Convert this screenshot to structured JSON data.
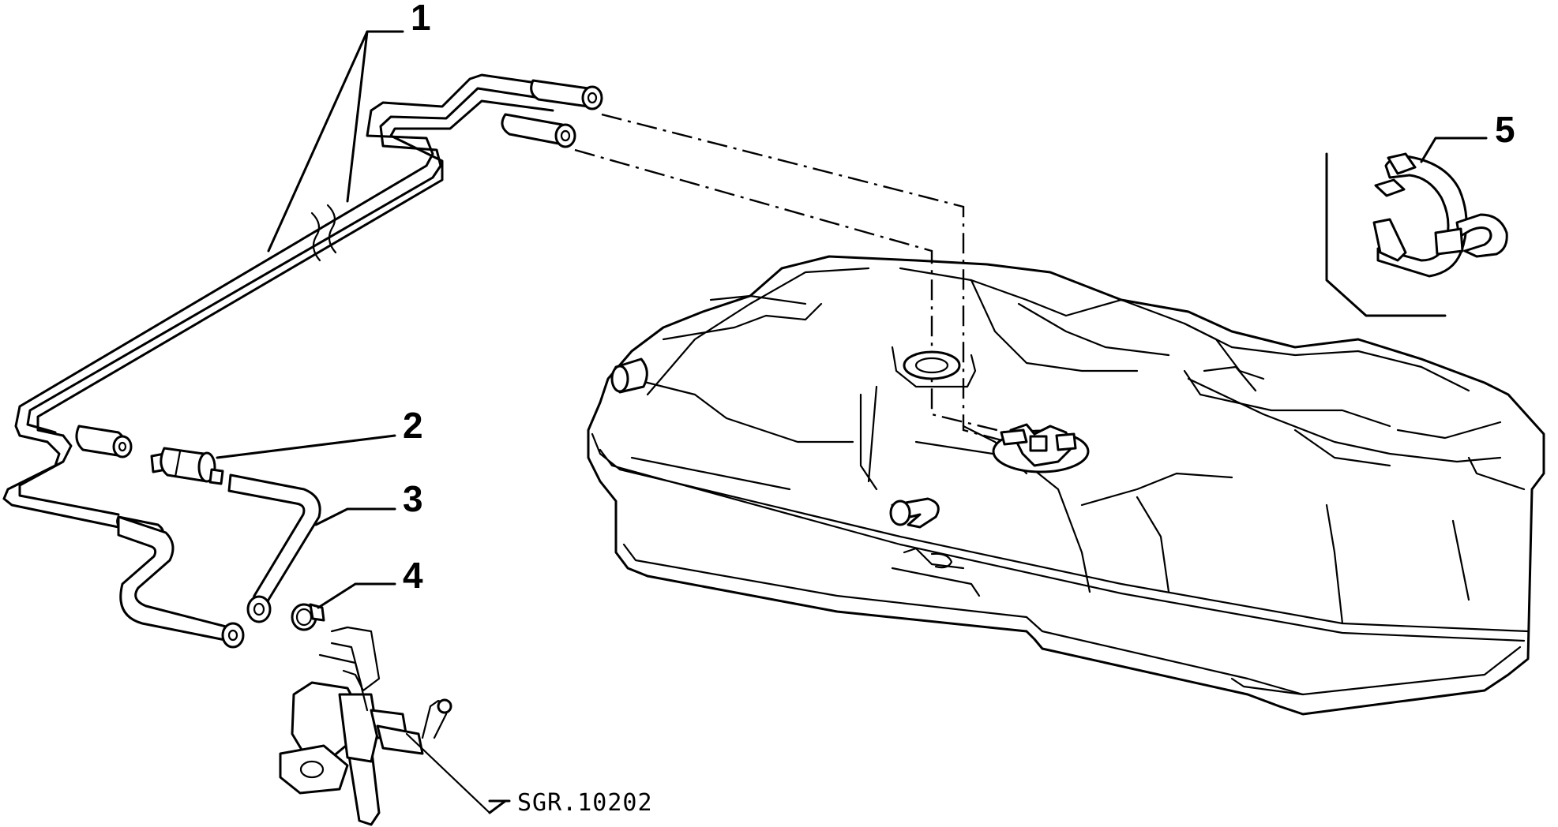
{
  "diagram": {
    "callouts": [
      {
        "id": "1",
        "label": "1"
      },
      {
        "id": "2",
        "label": "2"
      },
      {
        "id": "3",
        "label": "3"
      },
      {
        "id": "4",
        "label": "4"
      },
      {
        "id": "5",
        "label": "5"
      }
    ],
    "reference_code": "SGR.10202"
  }
}
